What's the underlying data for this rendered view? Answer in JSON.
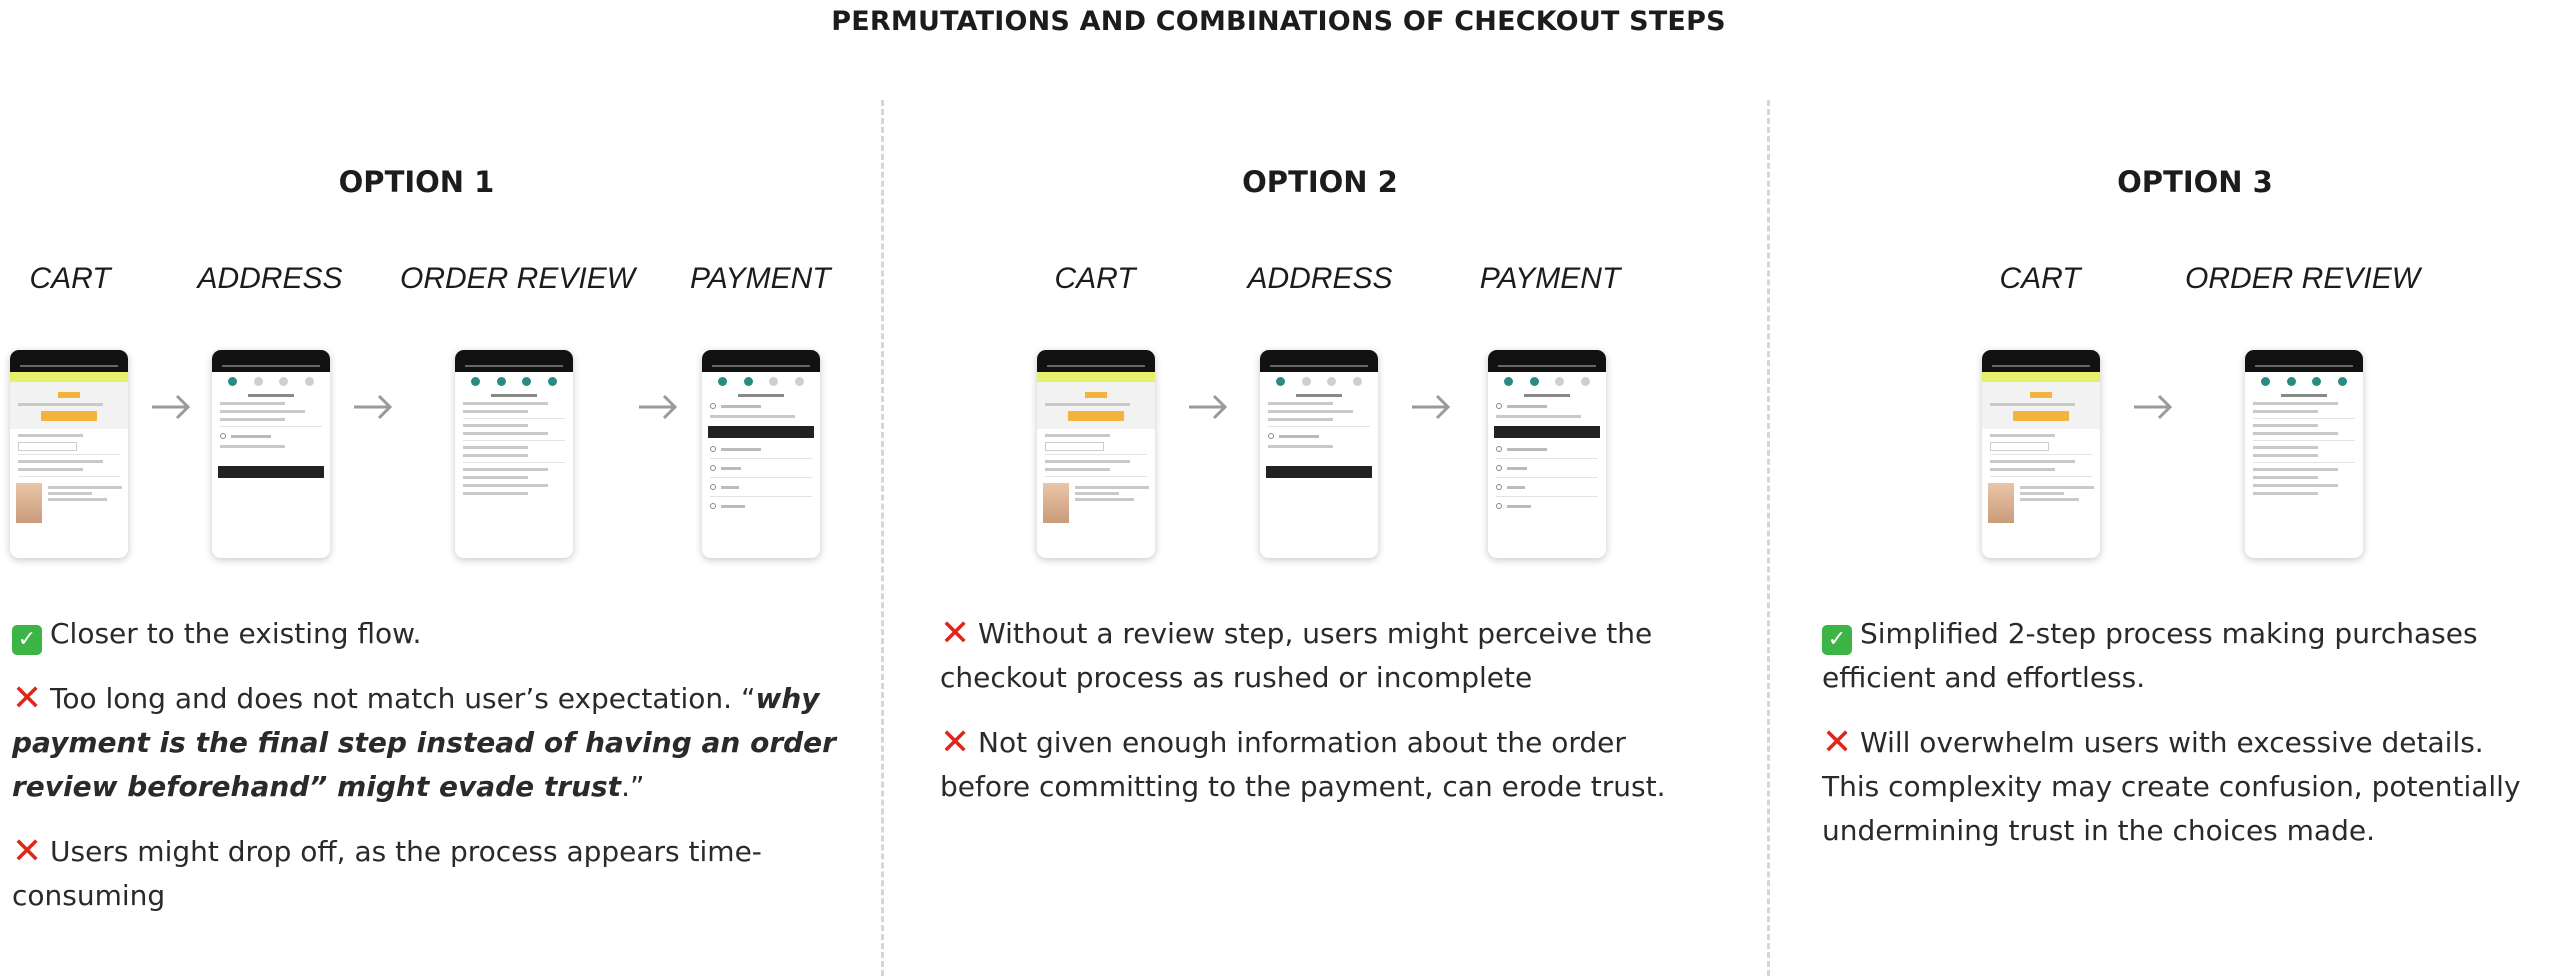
{
  "title": "PERMUTATIONS AND COMBINATIONS OF CHECKOUT STEPS",
  "colors": {
    "ok": "#3cb446",
    "error": "#e0251b",
    "accent_teal": "#2a8a84",
    "accent_yellow": "#f3b33d"
  },
  "icons": {
    "check": "check-mark-icon",
    "cross": "cross-mark-icon",
    "arrow": "right-arrow-icon"
  },
  "options": [
    {
      "title": "OPTION 1",
      "steps": [
        "CART",
        "ADDRESS",
        "ORDER REVIEW",
        "PAYMENT"
      ],
      "notes": [
        {
          "type": "check",
          "text": "Closer to the existing flow."
        },
        {
          "type": "cross",
          "text_before": "Too long and does not match user’s expectation. “",
          "emphasis": "why payment is the final step instead of having an order review beforehand” might evade trust",
          "text_after": ".”"
        },
        {
          "type": "cross",
          "text": "Users might drop off, as the process appears time-consuming"
        }
      ]
    },
    {
      "title": "OPTION 2",
      "steps": [
        "CART",
        "ADDRESS",
        "PAYMENT"
      ],
      "notes": [
        {
          "type": "cross",
          "text": "Without a review step, users might perceive the checkout process as rushed or incomplete"
        },
        {
          "type": "cross",
          "text": "Not given enough information about the order before committing to the payment, can erode trust."
        }
      ]
    },
    {
      "title": "OPTION 3",
      "steps": [
        "CART",
        "ORDER REVIEW"
      ],
      "notes": [
        {
          "type": "check",
          "text": "Simplified 2-step process making purchases efficient and effortless."
        },
        {
          "type": "cross",
          "text": "Will overwhelm users with excessive details. This complexity may create confusion, potentially undermining trust in the choices made."
        }
      ]
    }
  ]
}
